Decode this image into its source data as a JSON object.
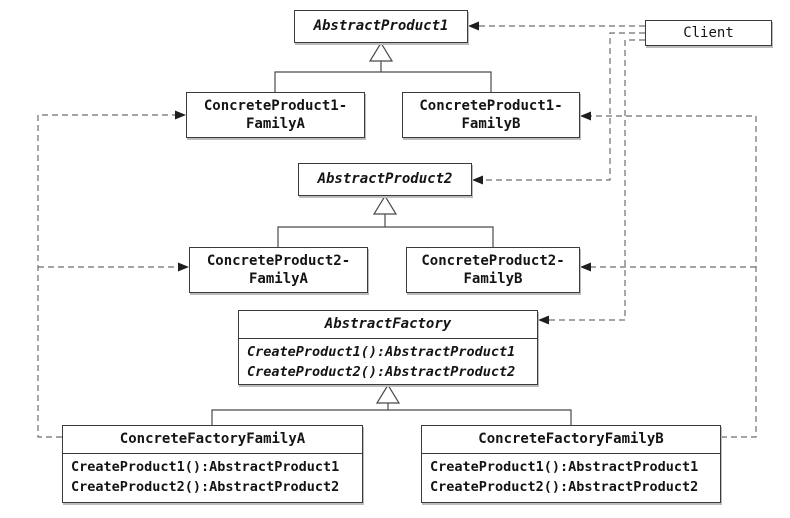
{
  "diagram": {
    "classes": {
      "abstract_product1": {
        "name": "AbstractProduct1"
      },
      "client": {
        "name": "Client"
      },
      "concrete_product1_family_a": {
        "line1": "ConcreteProduct1-",
        "line2": "FamilyA"
      },
      "concrete_product1_family_b": {
        "line1": "ConcreteProduct1-",
        "line2": "FamilyB"
      },
      "abstract_product2": {
        "name": "AbstractProduct2"
      },
      "concrete_product2_family_a": {
        "line1": "ConcreteProduct2-",
        "line2": "FamilyA"
      },
      "concrete_product2_family_b": {
        "line1": "ConcreteProduct2-",
        "line2": "FamilyB"
      },
      "abstract_factory": {
        "name": "AbstractFactory",
        "methods": [
          "CreateProduct1():AbstractProduct1",
          "CreateProduct2():AbstractProduct2"
        ]
      },
      "concrete_factory_family_a": {
        "name": "ConcreteFactoryFamilyA",
        "methods": [
          "CreateProduct1():AbstractProduct1",
          "CreateProduct2():AbstractProduct2"
        ]
      },
      "concrete_factory_family_b": {
        "name": "ConcreteFactoryFamilyB",
        "methods": [
          "CreateProduct1():AbstractProduct1",
          "CreateProduct2():AbstractProduct2"
        ]
      }
    },
    "colors": {
      "background": "#ffffff",
      "box_border": "#3b3b3b",
      "text": "#141414",
      "solid_line": "#4a4a4a",
      "dashed_line": "#6e6e6e",
      "arrowhead": "#1e1e1e",
      "triangle_fill": "#ffffff"
    }
  }
}
